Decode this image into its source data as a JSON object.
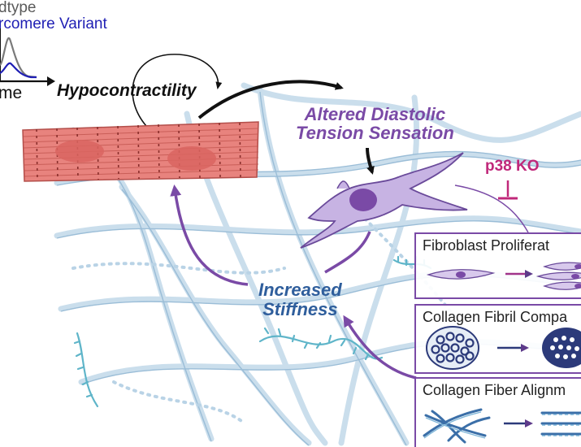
{
  "legend": {
    "wildtype": "dtype",
    "variant": "rcomere Variant",
    "x_axis": "me",
    "wildtype_color": "#7a7a7a",
    "variant_color": "#1f1fb4"
  },
  "labels": {
    "hypocontractility": "Hypocontractility",
    "altered_line1": "Altered Diastolic",
    "altered_line2": "Tension Sensation",
    "p38": "p38 KO",
    "stiffness_line1": "Increased",
    "stiffness_line2": "Stiffness"
  },
  "panels": [
    {
      "title": "Fibroblast Proliferat"
    },
    {
      "title": "Collagen Fibril Compa"
    },
    {
      "title": "Collagen Fiber Alignm"
    }
  ],
  "colors": {
    "myocyte": "#e8837e",
    "fibroblast": "#c7b3e3",
    "purple": "#7a4aa6",
    "collagen": "#a9c9e0",
    "magenta": "#c0287a",
    "blue_text": "#2f5e9c"
  }
}
